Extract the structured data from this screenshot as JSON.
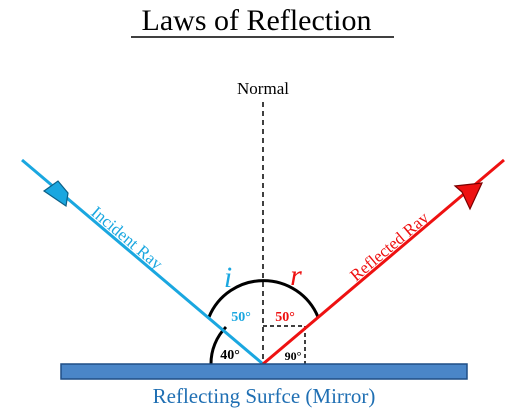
{
  "title": "Laws of Reflection",
  "normal_label": "Normal",
  "incident_ray_label": "Incident Ray",
  "reflected_ray_label": "Reflected Ray",
  "incidence_symbol": "i",
  "reflection_symbol": "r",
  "angle_incidence": "50°",
  "angle_reflection": "50°",
  "angle_glancing": "40°",
  "angle_right": "90°",
  "surface_label": "Reflecting Surfce (Mirror)",
  "colors": {
    "incident": "#1aa7e0",
    "reflected": "#ee1111",
    "mirror_fill": "#4a86c8",
    "mirror_stroke": "#1f4f86",
    "surface_text": "#1f6fb3",
    "black": "#000000"
  }
}
